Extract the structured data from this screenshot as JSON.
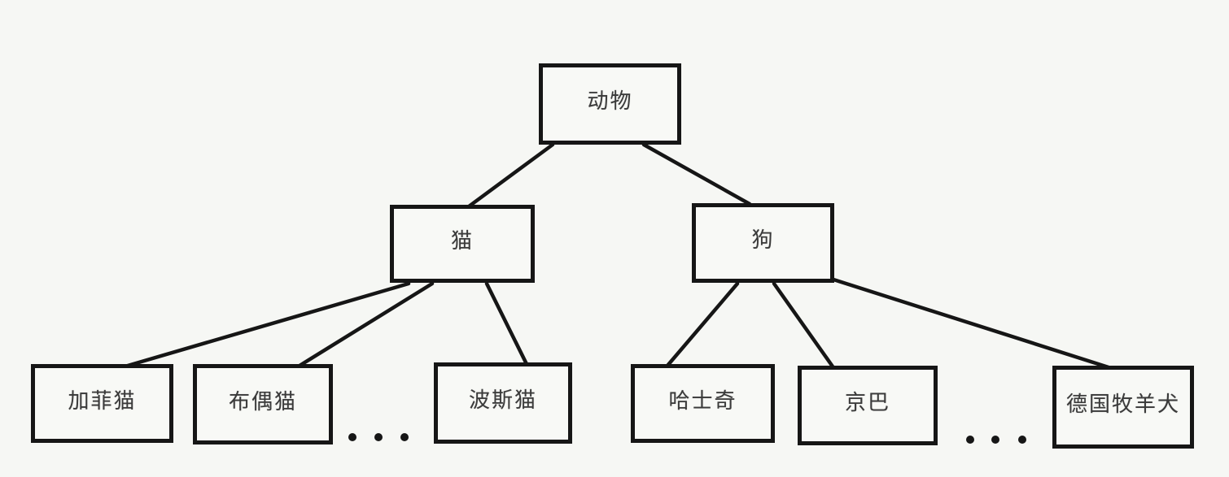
{
  "diagram": {
    "type": "tree",
    "nodes": {
      "animal": {
        "label": "动物",
        "level": 0
      },
      "cat": {
        "label": "猫",
        "level": 1
      },
      "dog": {
        "label": "狗",
        "level": 1
      },
      "garfield_cat": {
        "label": "加菲猫",
        "level": 2
      },
      "ragdoll_cat": {
        "label": "布偶猫",
        "level": 2
      },
      "persian_cat": {
        "label": "波斯猫",
        "level": 2
      },
      "husky": {
        "label": "哈士奇",
        "level": 2
      },
      "pekingese": {
        "label": "京巴",
        "level": 2
      },
      "german_shepherd": {
        "label": "德国牧羊犬",
        "level": 2
      }
    },
    "edges": [
      {
        "from": "animal",
        "to": "cat"
      },
      {
        "from": "animal",
        "to": "dog"
      },
      {
        "from": "cat",
        "to": "garfield_cat"
      },
      {
        "from": "cat",
        "to": "ragdoll_cat"
      },
      {
        "from": "cat",
        "to": "persian_cat"
      },
      {
        "from": "dog",
        "to": "husky"
      },
      {
        "from": "dog",
        "to": "pekingese"
      },
      {
        "from": "dog",
        "to": "german_shepherd"
      }
    ],
    "ellipsis_markers": [
      {
        "branch": "cat",
        "between": [
          "布偶猫",
          "波斯猫"
        ],
        "dots": 3
      },
      {
        "branch": "dog",
        "between": [
          "京巴",
          "德国牧羊犬"
        ],
        "dots": 3
      }
    ],
    "colors": {
      "background": "#f6f7f4",
      "box_border": "#161616",
      "connector": "#161616",
      "text": "#3a3a3a"
    }
  }
}
